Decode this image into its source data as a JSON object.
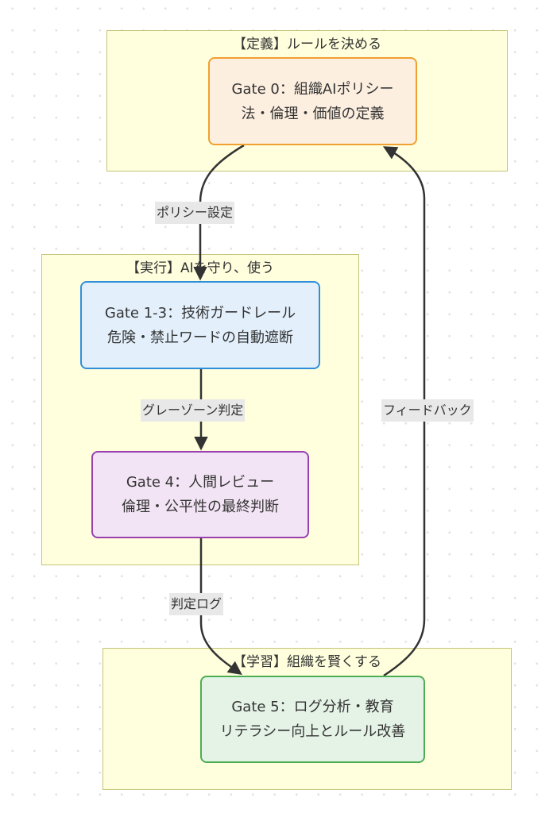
{
  "clusters": {
    "define": {
      "title": "【定義】ルールを決める"
    },
    "execute": {
      "title": "【実行】AIを守り、使う"
    },
    "learn": {
      "title": "【学習】組織を賢くする"
    }
  },
  "nodes": {
    "gate0": {
      "line1": "Gate 0：組織AIポリシー",
      "line2": "法・倫理・価値の定義",
      "fill": "#fdefe0",
      "stroke": "#f0a030"
    },
    "gate13": {
      "line1": "Gate 1-3：技術ガードレール",
      "line2": "危険・禁止ワードの自動遮断",
      "fill": "#e3f0fc",
      "stroke": "#2f8fdb"
    },
    "gate4": {
      "line1": "Gate 4：人間レビュー",
      "line2": "倫理・公平性の最終判断",
      "fill": "#f3e4f5",
      "stroke": "#9a3fb0"
    },
    "gate5": {
      "line1": "Gate 5：ログ分析・教育",
      "line2": "リテラシー向上とルール改善",
      "fill": "#e5f3e7",
      "stroke": "#4cae52"
    }
  },
  "edges": [
    {
      "from": "gate0",
      "to": "gate13",
      "label": "ポリシー設定"
    },
    {
      "from": "gate13",
      "to": "gate4",
      "label": "グレーゾーン判定"
    },
    {
      "from": "gate4",
      "to": "gate5",
      "label": "判定ログ"
    },
    {
      "from": "gate5",
      "to": "gate0",
      "label": "フィードバック"
    }
  ]
}
